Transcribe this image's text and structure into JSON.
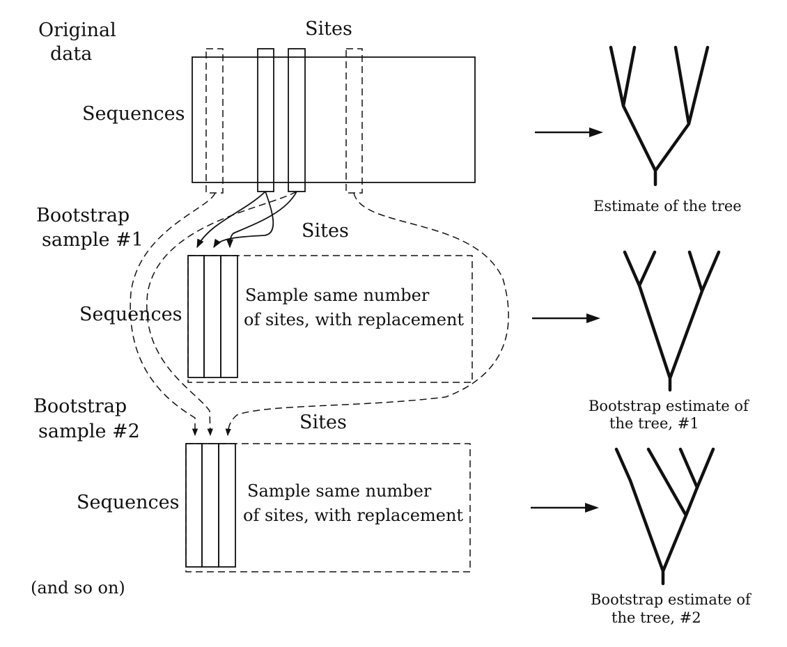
{
  "original": {
    "heading_line1": "Original",
    "heading_line2": "data",
    "sites_label": "Sites",
    "sequences_label": "Sequences",
    "tree_caption": "Estimate of the tree"
  },
  "bootstrap1": {
    "heading_line1": "Bootstrap",
    "heading_line2": "sample #1",
    "sites_label": "Sites",
    "sequences_label": "Sequences",
    "note_line1": "Sample same number",
    "note_line2": "of sites, with replacement",
    "tree_caption_line1": "Bootstrap estimate of",
    "tree_caption_line2": "the tree, #1"
  },
  "bootstrap2": {
    "heading_line1": "Bootstrap",
    "heading_line2": "sample #2",
    "sites_label": "Sites",
    "sequences_label": "Sequences",
    "note_line1": "Sample same number",
    "note_line2": "of sites, with replacement",
    "tree_caption_line1": "Bootstrap estimate of",
    "tree_caption_line2": "the tree, #2"
  },
  "footer": {
    "and_so_on": "(and so on)"
  }
}
